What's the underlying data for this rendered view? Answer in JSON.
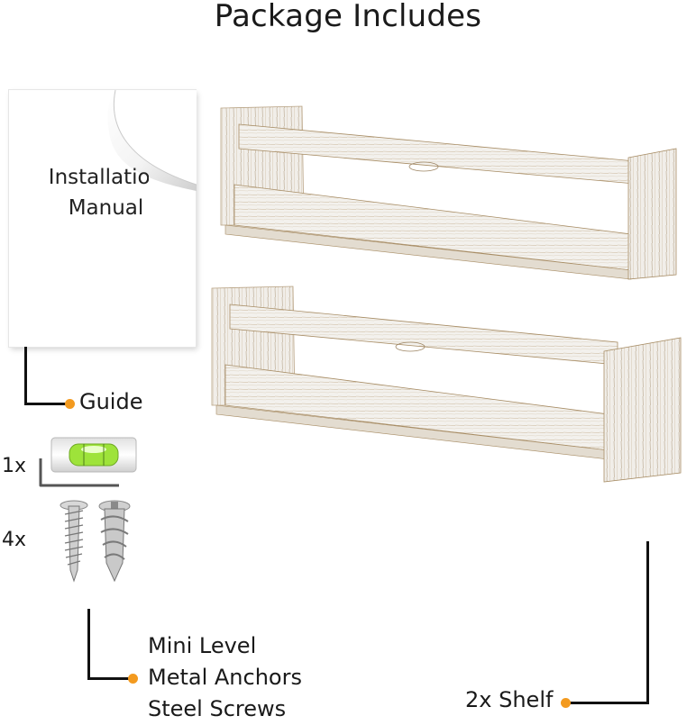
{
  "heading": "Package Includes",
  "manual": {
    "line1": "Installation",
    "line2": "Manual"
  },
  "labels": {
    "guide": "Guide",
    "qty_level": "1x",
    "qty_screws": "4x",
    "mini_level": "Mini Level",
    "metal_anchors": "Metal Anchors",
    "steel_screws": "Steel Screws",
    "shelf": "2x Shelf"
  },
  "colors": {
    "dot": "#f39a1f",
    "wood_white": "#f2f0ec",
    "wood_brown": "#9a7a4f",
    "level_green": "#9ee33a"
  }
}
